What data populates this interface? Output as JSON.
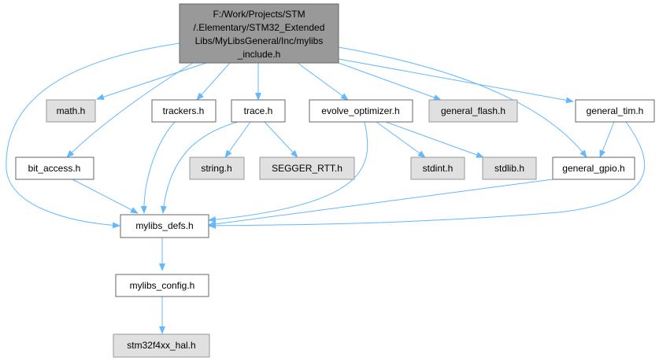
{
  "diagram": {
    "colors": {
      "edge": "#63b8ff",
      "root_fill": "#999999",
      "local_fill": "#ffffff",
      "system_fill": "#e0e0e0"
    },
    "root": {
      "line1": "F:/Work/Projects/STM",
      "line2": "/.Elementary/STM32_Extended",
      "line3": "Libs/MyLibsGeneral/Inc/mylibs",
      "line4": "_include.h"
    },
    "nodes": {
      "math_h": "math.h",
      "trackers_h": "trackers.h",
      "trace_h": "trace.h",
      "evolve_optimizer_h": "evolve_optimizer.h",
      "general_flash_h": "general_flash.h",
      "general_tim_h": "general_tim.h",
      "bit_access_h": "bit_access.h",
      "string_h": "string.h",
      "segger_rtt_h": "SEGGER_RTT.h",
      "stdint_h": "stdint.h",
      "stdlib_h": "stdlib.h",
      "general_gpio_h": "general_gpio.h",
      "mylibs_defs_h": "mylibs_defs.h",
      "mylibs_config_h": "mylibs_config.h",
      "stm32f4xx_hal_h": "stm32f4xx_hal.h"
    }
  }
}
